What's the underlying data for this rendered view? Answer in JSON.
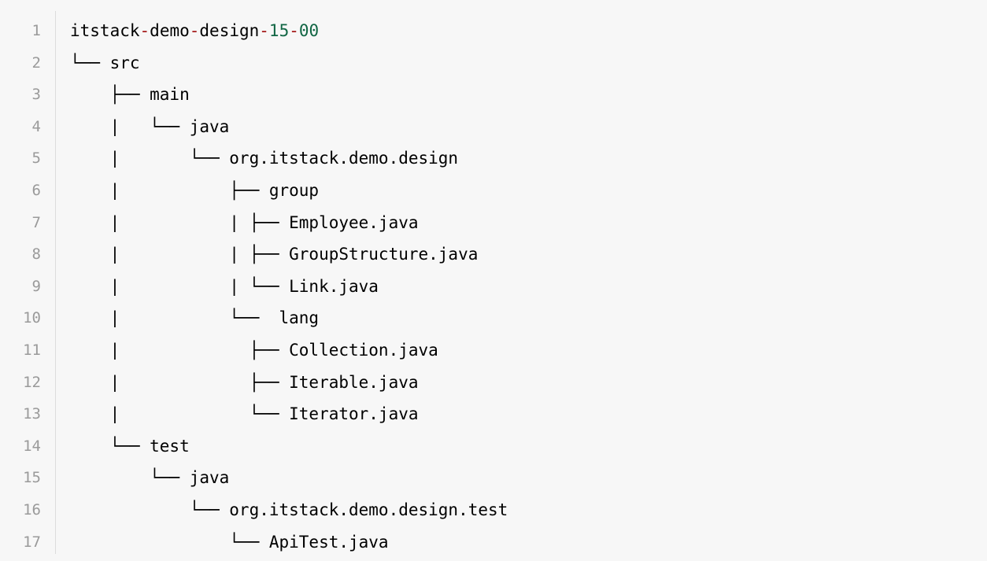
{
  "code_block": {
    "title": {
      "parts": [
        {
          "text": "itstack",
          "style": "plain"
        },
        {
          "text": "-",
          "style": "dash"
        },
        {
          "text": "demo",
          "style": "plain"
        },
        {
          "text": "-",
          "style": "dash"
        },
        {
          "text": "design",
          "style": "plain"
        },
        {
          "text": "-",
          "style": "dash"
        },
        {
          "text": "15",
          "style": "num"
        },
        {
          "text": "-",
          "style": "dash"
        },
        {
          "text": "00",
          "style": "num"
        }
      ]
    },
    "lines": [
      {
        "number": "1"
      },
      {
        "number": "2",
        "text": "└── src"
      },
      {
        "number": "3",
        "text": "    ├── main"
      },
      {
        "number": "4",
        "text": "    |   └── java"
      },
      {
        "number": "5",
        "text": "    |       └── org.itstack.demo.design"
      },
      {
        "number": "6",
        "text": "    |           ├── group"
      },
      {
        "number": "7",
        "text": "    |           | ├── Employee.java"
      },
      {
        "number": "8",
        "text": "    |           | ├── GroupStructure.java"
      },
      {
        "number": "9",
        "text": "    |           | └── Link.java"
      },
      {
        "number": "10",
        "text": "    |           └──  lang"
      },
      {
        "number": "11",
        "text": "    |             ├── Collection.java"
      },
      {
        "number": "12",
        "text": "    |             ├── Iterable.java"
      },
      {
        "number": "13",
        "text": "    |             └── Iterator.java"
      },
      {
        "number": "14",
        "text": "    └── test"
      },
      {
        "number": "15",
        "text": "        └── java"
      },
      {
        "number": "16",
        "text": "            └── org.itstack.demo.design.test"
      },
      {
        "number": "17",
        "text": "                └── ApiTest.java"
      }
    ]
  }
}
